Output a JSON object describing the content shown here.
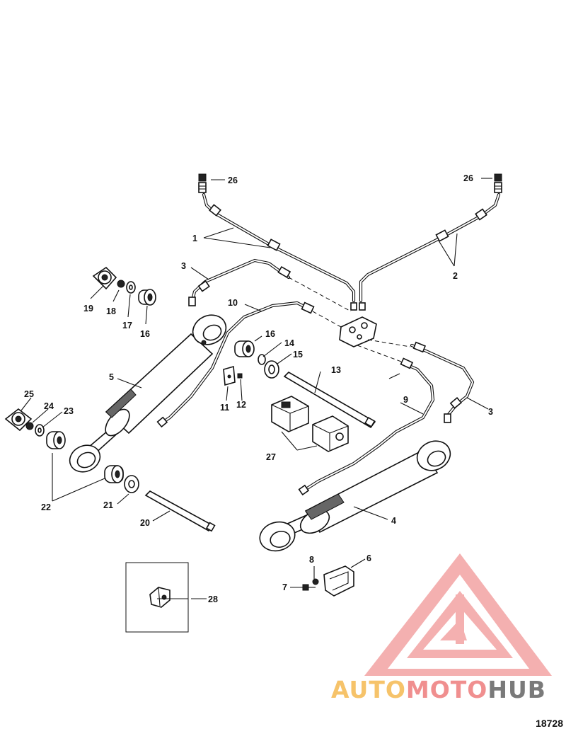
{
  "figure_number": "18728",
  "watermark": {
    "part1": "AUTO",
    "part2": "MOTO",
    "part3": "HUB",
    "colors": {
      "gold": "#f6c36a",
      "red": "#f08f8f",
      "gray": "#7a7a7a"
    }
  },
  "callouts": {
    "c1": "1",
    "c2": "2",
    "c3a": "3",
    "c3b": "3",
    "c4": "4",
    "c5": "5",
    "c6": "6",
    "c7": "7",
    "c8": "8",
    "c9": "9",
    "c10": "10",
    "c11": "11",
    "c12": "12",
    "c13": "13",
    "c14": "14",
    "c15": "15",
    "c16a": "16",
    "c16b": "16",
    "c17": "17",
    "c18": "18",
    "c19": "19",
    "c20": "20",
    "c21": "21",
    "c22": "22",
    "c23": "23",
    "c24": "24",
    "c25": "25",
    "c26a": "26",
    "c26b": "26",
    "c27": "27",
    "c28": "28"
  }
}
